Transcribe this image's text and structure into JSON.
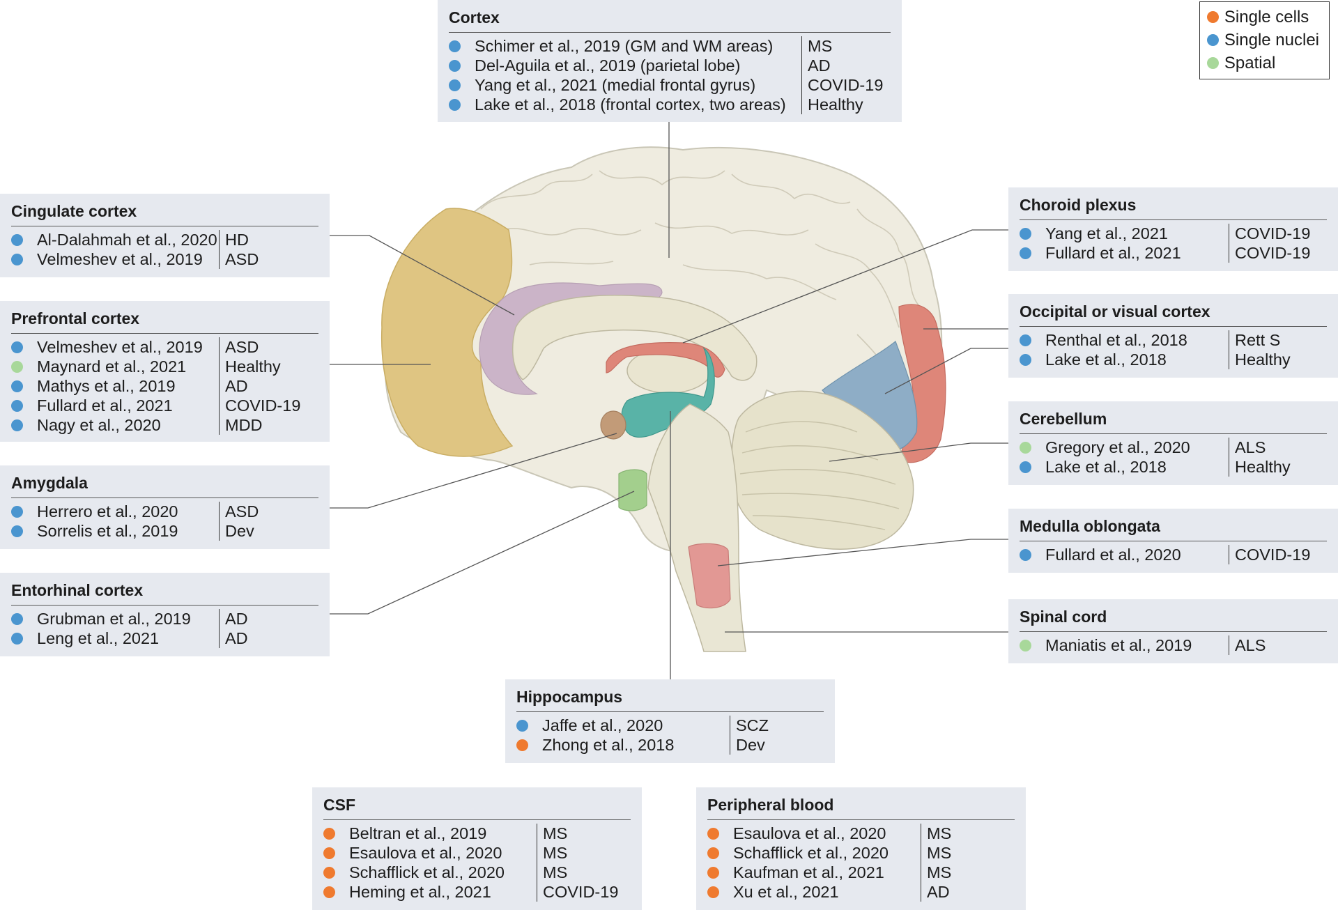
{
  "colors": {
    "single_cells": "#ef7a2f",
    "single_nuclei": "#4a95cf",
    "spatial": "#a8d89a",
    "panel_bg": "#e6e9ef",
    "brain_base": "#efece0"
  },
  "legend": [
    {
      "label": "Single cells",
      "type": "single_cells"
    },
    {
      "label": "Single nuclei",
      "type": "single_nuclei"
    },
    {
      "label": "Spatial",
      "type": "spatial"
    }
  ],
  "panels": {
    "cortex": {
      "title": "Cortex",
      "rows": [
        {
          "cite": "Schimer et al., 2019 (GM and WM areas)",
          "cond": "MS",
          "type": "single_nuclei"
        },
        {
          "cite": "Del-Aguila et al., 2019 (parietal lobe)",
          "cond": "AD",
          "type": "single_nuclei"
        },
        {
          "cite": "Yang et al., 2021 (medial frontal gyrus)",
          "cond": "COVID-19",
          "type": "single_nuclei"
        },
        {
          "cite": "Lake et al., 2018 (frontal cortex, two areas)",
          "cond": "Healthy",
          "type": "single_nuclei"
        }
      ]
    },
    "cingulate": {
      "title": "Cingulate cortex",
      "rows": [
        {
          "cite": "Al-Dalahmah et al., 2020",
          "cond": "HD",
          "type": "single_nuclei"
        },
        {
          "cite": "Velmeshev et al., 2019",
          "cond": "ASD",
          "type": "single_nuclei"
        }
      ]
    },
    "prefrontal": {
      "title": "Prefrontal cortex",
      "rows": [
        {
          "cite": "Velmeshev et al., 2019",
          "cond": "ASD",
          "type": "single_nuclei"
        },
        {
          "cite": "Maynard et al., 2021",
          "cond": "Healthy",
          "type": "spatial"
        },
        {
          "cite": "Mathys et al., 2019",
          "cond": "AD",
          "type": "single_nuclei"
        },
        {
          "cite": "Fullard et al., 2021",
          "cond": "COVID-19",
          "type": "single_nuclei"
        },
        {
          "cite": "Nagy et al., 2020",
          "cond": "MDD",
          "type": "single_nuclei"
        }
      ]
    },
    "amygdala": {
      "title": "Amygdala",
      "rows": [
        {
          "cite": "Herrero et al., 2020",
          "cond": "ASD",
          "type": "single_nuclei"
        },
        {
          "cite": "Sorrelis et al., 2019",
          "cond": "Dev",
          "type": "single_nuclei"
        }
      ]
    },
    "entorhinal": {
      "title": "Entorhinal cortex",
      "rows": [
        {
          "cite": "Grubman et al., 2019",
          "cond": "AD",
          "type": "single_nuclei"
        },
        {
          "cite": "Leng et al., 2021",
          "cond": "AD",
          "type": "single_nuclei"
        }
      ]
    },
    "choroid": {
      "title": "Choroid plexus",
      "rows": [
        {
          "cite": "Yang et al., 2021",
          "cond": "COVID-19",
          "type": "single_nuclei"
        },
        {
          "cite": "Fullard et al., 2021",
          "cond": "COVID-19",
          "type": "single_nuclei"
        }
      ]
    },
    "occipital": {
      "title": "Occipital or visual cortex",
      "rows": [
        {
          "cite": "Renthal et al., 2018",
          "cond": "Rett S",
          "type": "single_nuclei"
        },
        {
          "cite": "Lake et al., 2018",
          "cond": "Healthy",
          "type": "single_nuclei"
        }
      ]
    },
    "cerebellum": {
      "title": "Cerebellum",
      "rows": [
        {
          "cite": "Gregory et al., 2020",
          "cond": "ALS",
          "type": "spatial"
        },
        {
          "cite": "Lake et al., 2018",
          "cond": "Healthy",
          "type": "single_nuclei"
        }
      ]
    },
    "medulla": {
      "title": "Medulla oblongata",
      "rows": [
        {
          "cite": "Fullard et al., 2020",
          "cond": "COVID-19",
          "type": "single_nuclei"
        }
      ]
    },
    "spinal": {
      "title": "Spinal cord",
      "rows": [
        {
          "cite": "Maniatis et al., 2019",
          "cond": "ALS",
          "type": "spatial"
        }
      ]
    },
    "hippocampus": {
      "title": "Hippocampus",
      "rows": [
        {
          "cite": "Jaffe et al., 2020",
          "cond": "SCZ",
          "type": "single_nuclei"
        },
        {
          "cite": "Zhong et al., 2018",
          "cond": "Dev",
          "type": "single_cells"
        }
      ]
    },
    "csf": {
      "title": "CSF",
      "rows": [
        {
          "cite": "Beltran et al., 2019",
          "cond": "MS",
          "type": "single_cells"
        },
        {
          "cite": "Esaulova et al., 2020",
          "cond": "MS",
          "type": "single_cells"
        },
        {
          "cite": "Schafflick et al., 2020",
          "cond": "MS",
          "type": "single_cells"
        },
        {
          "cite": "Heming et al., 2021",
          "cond": "COVID-19",
          "type": "single_cells"
        }
      ]
    },
    "blood": {
      "title": "Peripheral blood",
      "rows": [
        {
          "cite": "Esaulova et al., 2020",
          "cond": "MS",
          "type": "single_cells"
        },
        {
          "cite": "Schafflick et al., 2020",
          "cond": "MS",
          "type": "single_cells"
        },
        {
          "cite": "Kaufman et al., 2021",
          "cond": "MS",
          "type": "single_cells"
        },
        {
          "cite": "Xu et al., 2021",
          "cond": "AD",
          "type": "single_cells"
        }
      ]
    }
  }
}
